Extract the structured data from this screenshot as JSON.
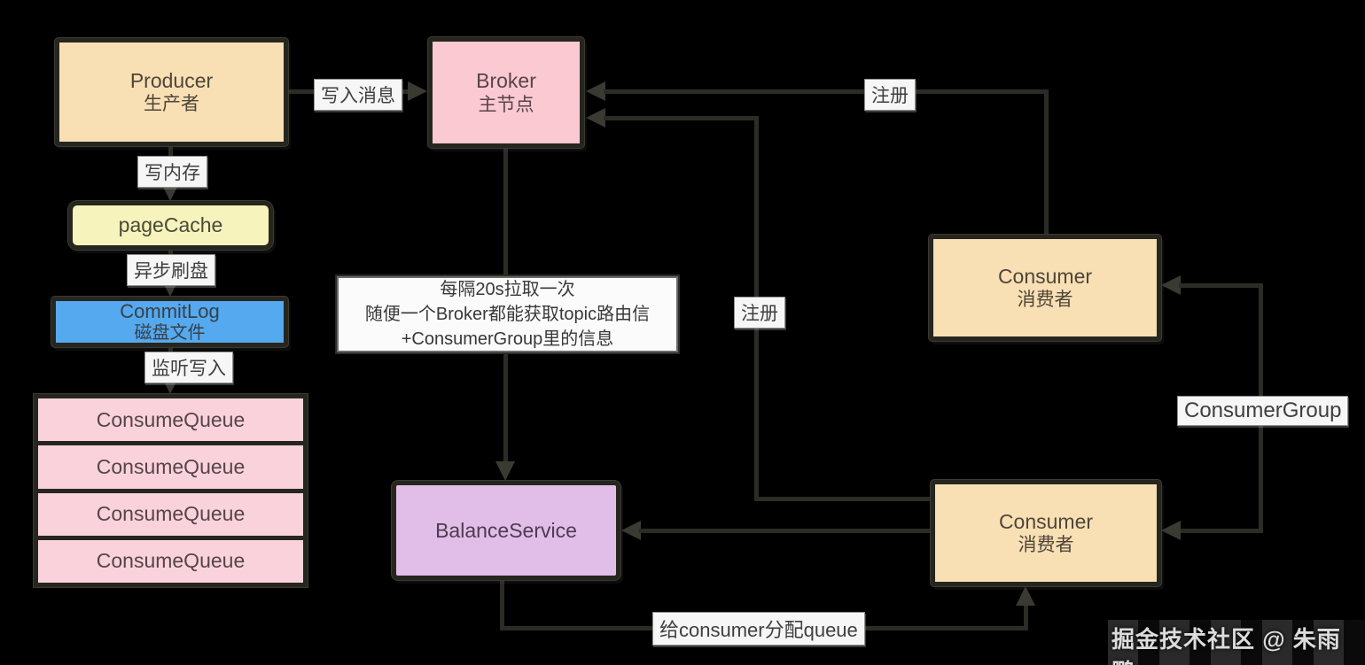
{
  "diagram": {
    "background": "#000000",
    "colors": {
      "producer_fill": "#F8DFB4",
      "broker_fill": "#FAC9D2",
      "pagecache_fill": "#F6F3BC",
      "commitlog_fill": "#55A9EE",
      "consumequeue_fill": "#FAD2DB",
      "balance_fill": "#E0BEE8",
      "consumer_fill": "#F8DFB4",
      "line": "#2c2c27",
      "label_bg": "#f6f6f6"
    },
    "nodes": {
      "producer": {
        "title": "Producer",
        "subtitle": "生产者"
      },
      "broker": {
        "title": "Broker",
        "subtitle": "主节点"
      },
      "pagecache": {
        "title": "pageCache"
      },
      "commitlog": {
        "title": "CommitLog",
        "subtitle": "磁盘文件"
      },
      "consume_queues": [
        "ConsumeQueue",
        "ConsumeQueue",
        "ConsumeQueue",
        "ConsumeQueue"
      ],
      "balance_service": {
        "title": "BalanceService"
      },
      "consumer_top": {
        "title": "Consumer",
        "subtitle": "消费者"
      },
      "consumer_bottom": {
        "title": "Consumer",
        "subtitle": "消费者"
      }
    },
    "edge_labels": {
      "write_message": "写入消息",
      "write_memory": "写内存",
      "async_flush": "异步刷盘",
      "listen_write": "监听写入",
      "register_top": "注册",
      "register_bottom": "注册",
      "consumer_group": "ConsumerGroup",
      "assign_queue": "给consumer分配queue"
    },
    "note": {
      "line1": "每隔20s拉取一次",
      "line2": "随便一个Broker都能获取topic路由信",
      "line3": "+ConsumerGroup里的信息"
    },
    "watermark": "掘金技术社区 @ 朱雨鹏"
  }
}
